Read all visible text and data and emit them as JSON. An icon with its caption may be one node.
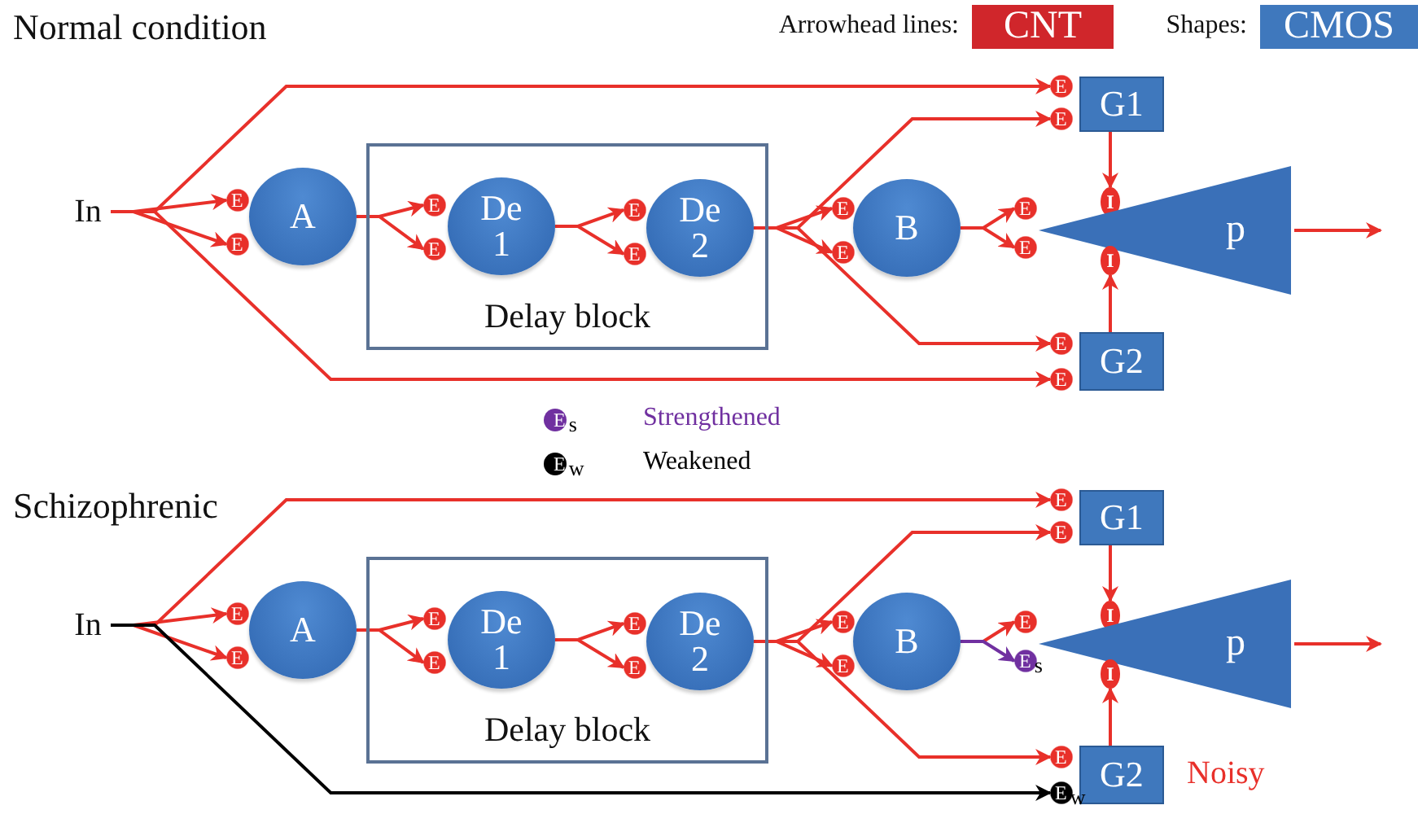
{
  "diagram": {
    "nodes": [
      {
        "text": [
          "CNT"
        ],
        "beside": [
          "Arrowhead lines:"
        ]
      },
      {
        "text": [
          "CMOS"
        ],
        "beside": [
          "Shapes:"
        ]
      },
      {
        "text": [
          "In"
        ]
      },
      {
        "text": [
          "E"
        ]
      },
      {
        "text": [
          "E"
        ]
      },
      {
        "text": [
          "A"
        ]
      },
      {
        "text": [
          "Delay block"
        ]
      },
      {
        "text": [
          "E"
        ],
        "in": 6
      },
      {
        "text": [
          "E"
        ],
        "in": 6
      },
      {
        "text": [
          "De 1"
        ],
        "in": 6
      },
      {
        "text": [
          "E"
        ],
        "in": 6
      },
      {
        "text": [
          "E"
        ],
        "in": 6
      },
      {
        "text": [
          "De 2"
        ],
        "in": 6
      },
      {
        "text": [
          "E"
        ]
      },
      {
        "text": [
          "E"
        ]
      },
      {
        "text": [
          "B"
        ]
      },
      {
        "text": [
          "E"
        ]
      },
      {
        "text": [
          "E"
        ]
      },
      {
        "text": [
          "G1"
        ]
      },
      {
        "text": [
          "E"
        ]
      },
      {
        "text": [
          "E"
        ]
      },
      {
        "text": [
          "I"
        ]
      },
      {
        "text": [
          "p"
        ]
      },
      {
        "text": [
          "I"
        ]
      },
      {
        "text": [
          "E"
        ]
      },
      {
        "text": [
          "G2"
        ]
      },
      {
        "text": [
          "E"
        ]
      },
      {
        "text": [
          "In"
        ]
      },
      {
        "text": [
          "E"
        ]
      },
      {
        "text": [
          "E"
        ]
      },
      {
        "text": [
          "A"
        ]
      },
      {
        "text": [
          "Delay block"
        ]
      },
      {
        "text": [
          "E"
        ],
        "in": 31
      },
      {
        "text": [
          "E"
        ],
        "in": 31
      },
      {
        "text": [
          "De 1"
        ],
        "in": 31
      },
      {
        "text": [
          "E"
        ],
        "in": 31
      },
      {
        "text": [
          "E"
        ],
        "in": 31
      },
      {
        "text": [
          "De 2"
        ],
        "in": 31
      },
      {
        "text": [
          "E"
        ]
      },
      {
        "text": [
          "E"
        ]
      },
      {
        "text": [
          "B"
        ]
      },
      {
        "text": [
          "E"
        ]
      },
      {
        "text": [
          "E"
        ]
      },
      {
        "text": [
          "G1"
        ]
      },
      {
        "text": [
          "E"
        ]
      },
      {
        "text": [
          "E$_{s}$"
        ]
      },
      {
        "text": [
          "I"
        ]
      },
      {
        "text": [
          "p"
        ]
      },
      {
        "text": [
          "I"
        ]
      },
      {
        "text": [
          "E"
        ]
      },
      {
        "text": [
          "G2"
        ],
        "beside": [
          "Noisy"
        ]
      },
      {
        "text": [
          "E$_{w}$"
        ]
      }
    ],
    "edges": [
      {
        "from": 2,
        "to": 3,
        "arrow": "to"
      },
      {
        "from": 2,
        "to": 4,
        "arrow": "to"
      },
      {
        "from": 2,
        "to": 16,
        "arrow": "to"
      },
      {
        "from": 2,
        "to": 26,
        "arrow": "to"
      },
      {
        "from": 5,
        "to": 7,
        "arrow": "to"
      },
      {
        "from": 5,
        "to": 8,
        "arrow": "to"
      },
      {
        "from": 9,
        "to": 10,
        "arrow": "to"
      },
      {
        "from": 9,
        "to": 11,
        "arrow": "to"
      },
      {
        "from": 12,
        "to": 13,
        "arrow": "to"
      },
      {
        "from": 12,
        "to": 14,
        "arrow": "to"
      },
      {
        "from": 12,
        "to": 17,
        "arrow": "to"
      },
      {
        "from": 12,
        "to": 24,
        "arrow": "to"
      },
      {
        "from": 15,
        "to": 19,
        "arrow": "to"
      },
      {
        "from": 15,
        "to": 20,
        "arrow": "to"
      },
      {
        "from": 18,
        "to": 21,
        "arrow": "to"
      },
      {
        "from": 25,
        "to": 23,
        "arrow": "to"
      },
      {
        "from": 22,
        "to": null,
        "arrow": "to"
      },
      {
        "from": 27,
        "to": 28,
        "arrow": "to"
      },
      {
        "from": 27,
        "to": 29,
        "arrow": "to"
      },
      {
        "from": 27,
        "to": 41,
        "arrow": "to"
      },
      {
        "from": 27,
        "to": 51,
        "arrow": "to",
        "color": "#000000"
      },
      {
        "from": 30,
        "to": 32,
        "arrow": "to"
      },
      {
        "from": 30,
        "to": 33,
        "arrow": "to"
      },
      {
        "from": 34,
        "to": 35,
        "arrow": "to"
      },
      {
        "from": 34,
        "to": 36,
        "arrow": "to"
      },
      {
        "from": 37,
        "to": 38,
        "arrow": "to"
      },
      {
        "from": 37,
        "to": 39,
        "arrow": "to"
      },
      {
        "from": 37,
        "to": 42,
        "arrow": "to"
      },
      {
        "from": 37,
        "to": 49,
        "arrow": "to"
      },
      {
        "from": 40,
        "to": 44,
        "arrow": "to"
      },
      {
        "from": 40,
        "to": 45,
        "arrow": "to",
        "color": "#7030a0"
      },
      {
        "from": 43,
        "to": 46,
        "arrow": "to"
      },
      {
        "from": 50,
        "to": 48,
        "arrow": "to"
      },
      {
        "from": 47,
        "to": null,
        "arrow": "to"
      }
    ],
    "labels": [
      "Normal condition",
      "E$_{s}$",
      "E$_{w}$",
      "Schizophrenic"
    ],
    "legend": [
      {
        "text": "Strengthened",
        "color": "#7030a0"
      },
      {
        "text": "Weakened",
        "color": "#000000"
      }
    ]
  }
}
